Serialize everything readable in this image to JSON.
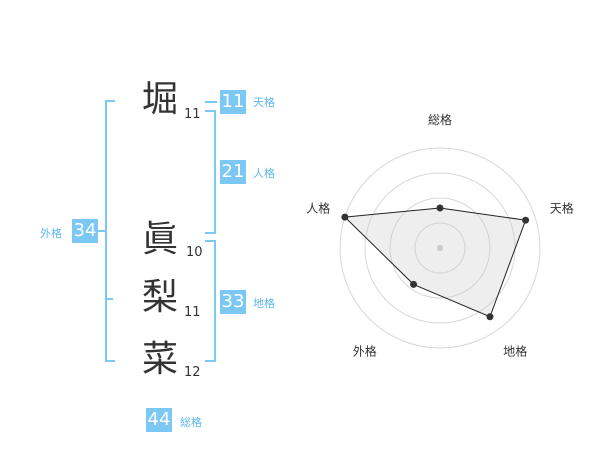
{
  "name": {
    "chars": [
      {
        "char": "堀",
        "strokes": "11"
      },
      {
        "char": "眞",
        "strokes": "10"
      },
      {
        "char": "梨",
        "strokes": "11"
      },
      {
        "char": "菜",
        "strokes": "12"
      }
    ]
  },
  "kakusu": {
    "tenkaku": {
      "value": "11",
      "label": "天格"
    },
    "jinkaku": {
      "value": "21",
      "label": "人格"
    },
    "chikaku": {
      "value": "33",
      "label": "地格"
    },
    "gaikaku": {
      "value": "34",
      "label": "外格"
    },
    "soukaku": {
      "value": "44",
      "label": "総格"
    }
  },
  "colors": {
    "accent": "#7cc8f5",
    "accent_text": "#5bb8ee",
    "text": "#333333"
  },
  "chart_data": {
    "type": "radar",
    "axes": [
      "総格",
      "天格",
      "地格",
      "外格",
      "人格"
    ],
    "values": [
      0.4,
      0.9,
      0.85,
      0.45,
      1.0
    ],
    "range": [
      0,
      1
    ],
    "rings": 4
  }
}
